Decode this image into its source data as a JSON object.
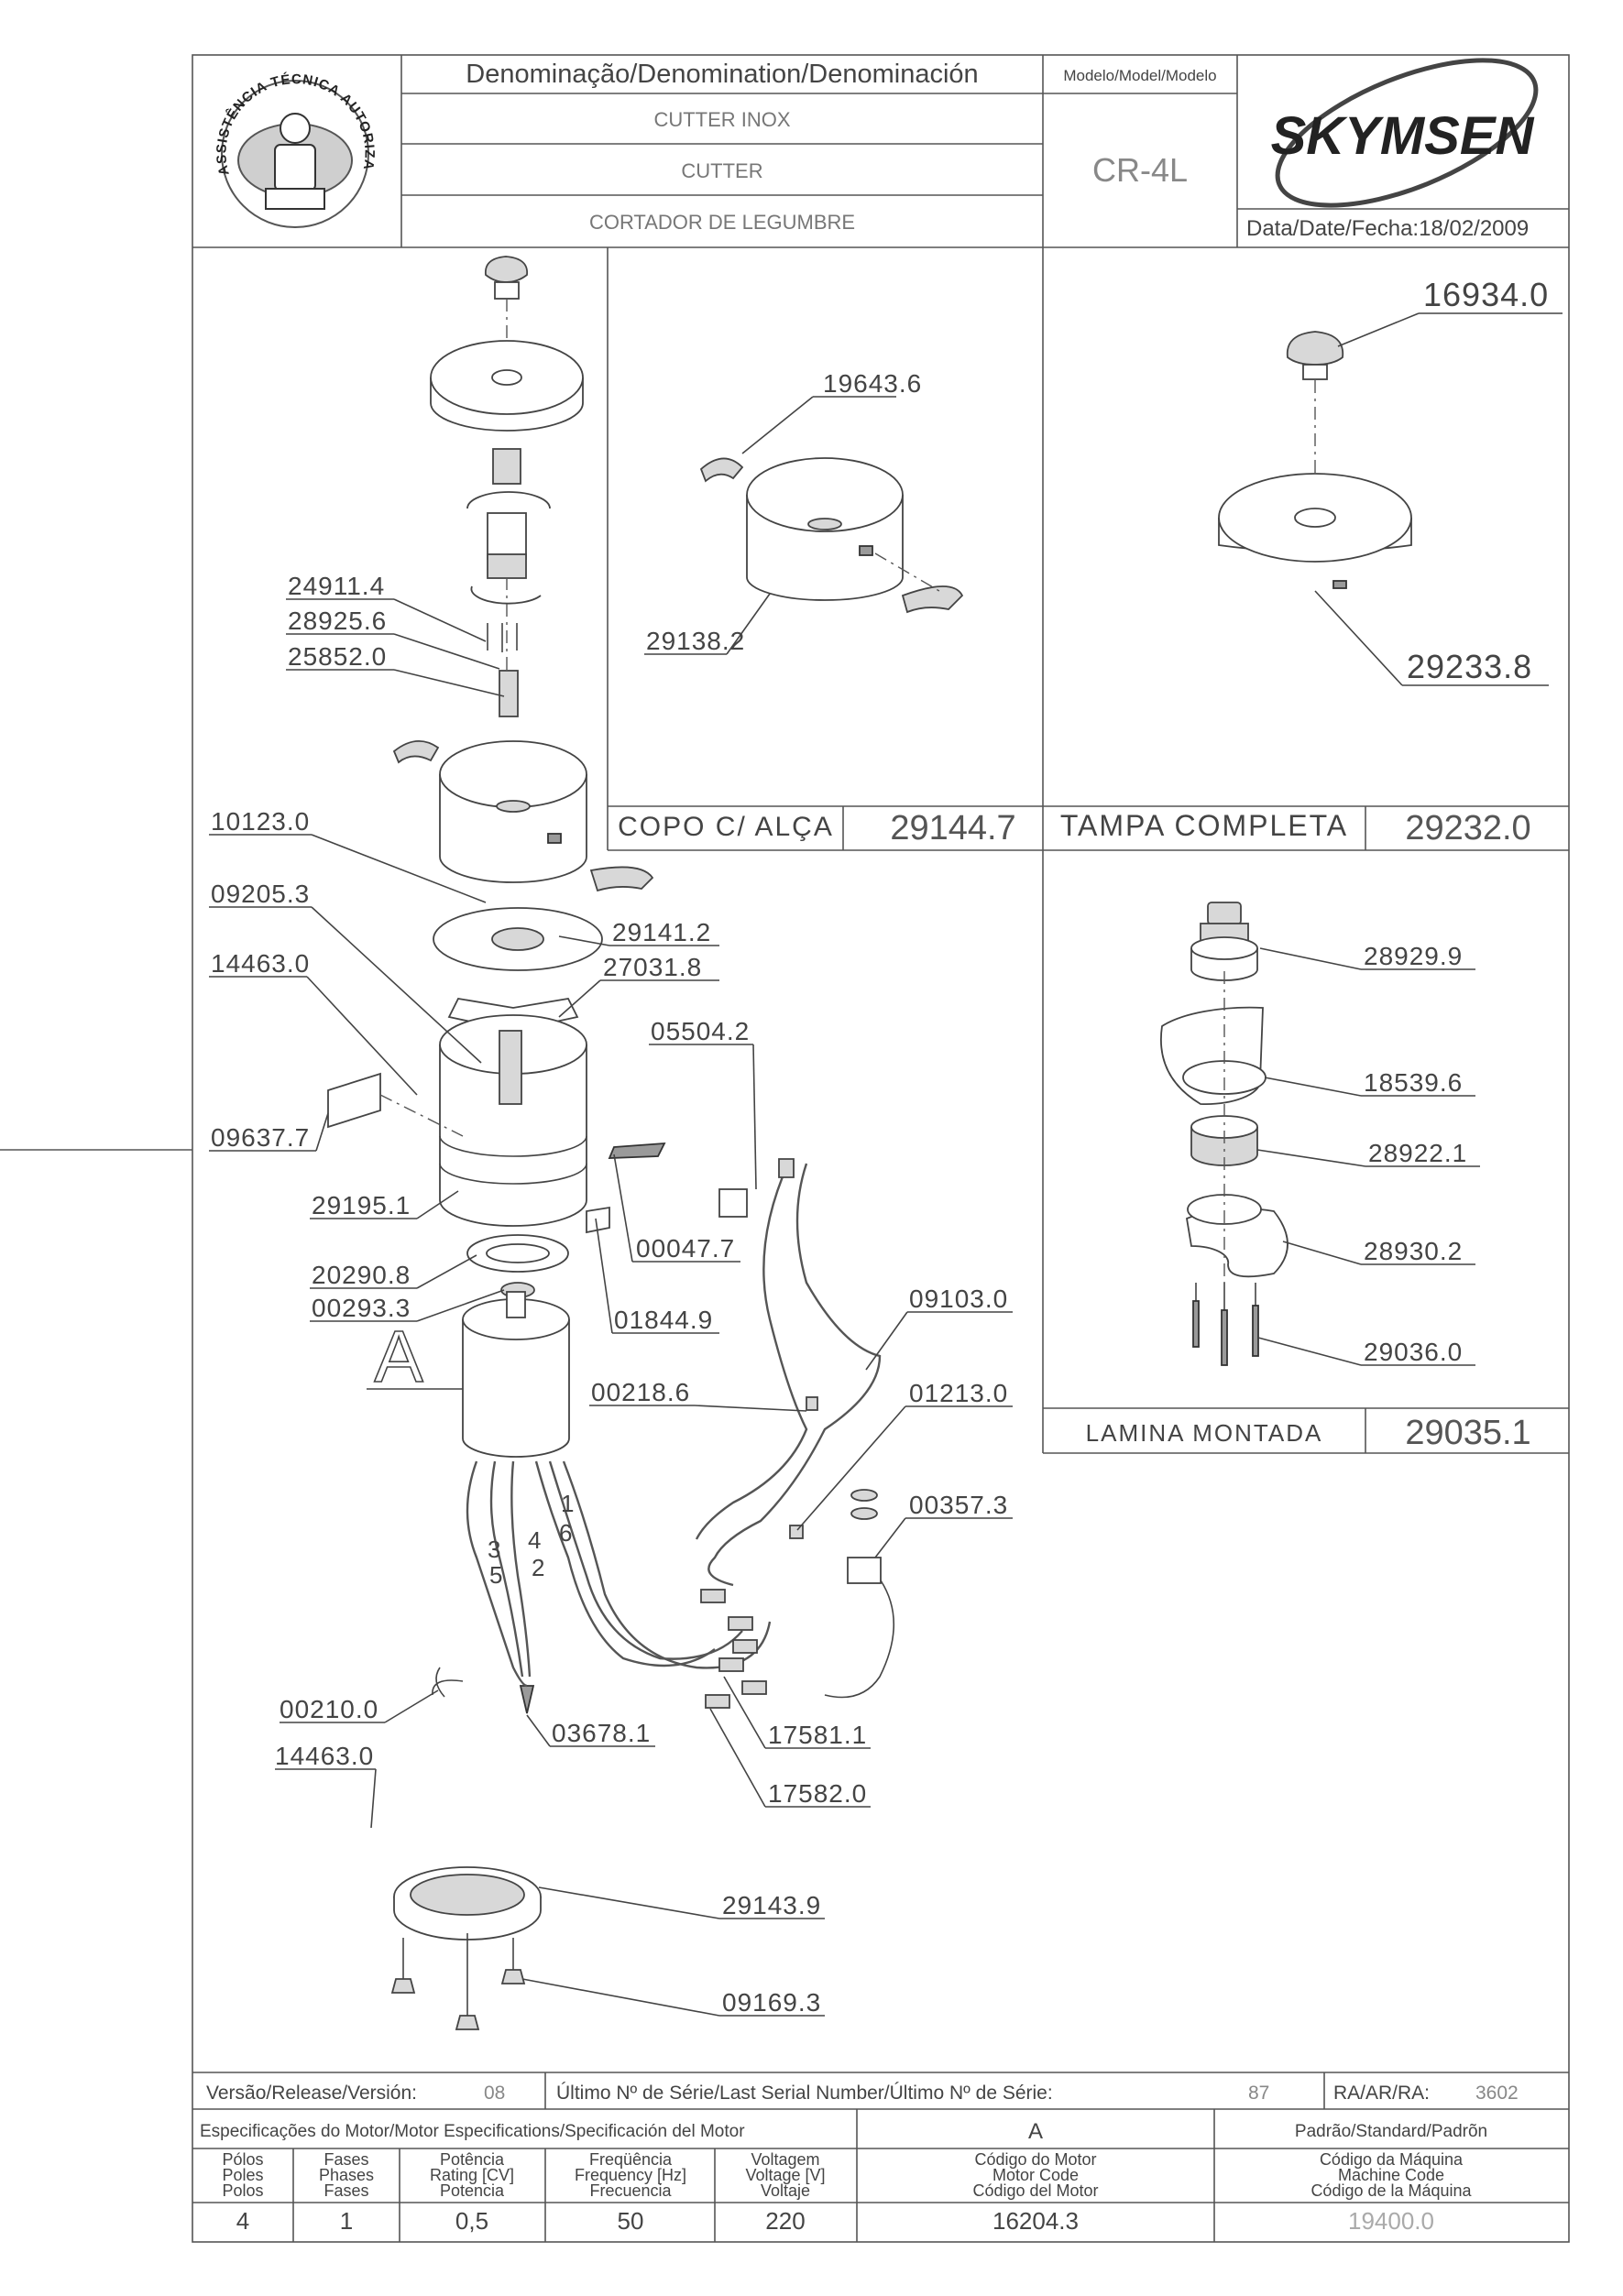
{
  "header": {
    "logo_text": "ASSISTÊNCIA TÉCNICA AUTORIZADA",
    "denomination_label": "Denominação/Denomination/Denominación",
    "denominations": [
      "CUTTER INOX",
      "CUTTER",
      "CORTADOR DE LEGUMBRE"
    ],
    "model_label": "Modelo/Model/Modelo",
    "model_value": "CR-4L",
    "brand": "SKYMSEN",
    "date_label": "Data/Date/Fecha:",
    "date_value": "18/02/2009"
  },
  "assemblies": {
    "copo": {
      "name": "COPO C/ ALÇA",
      "code": "29144.7"
    },
    "tampa": {
      "name": "TAMPA COMPLETA",
      "code": "29232.0"
    },
    "lamina": {
      "name": "LAMINA MONTADA",
      "code": "29035.1"
    }
  },
  "part_labels": {
    "p19643_6": "19643.6",
    "p29138_2": "29138.2",
    "p16934_0": "16934.0",
    "p29233_8": "29233.8",
    "p24911_4": "24911.4",
    "p28925_6": "28925.6",
    "p25852_0": "25852.0",
    "p10123_0": "10123.0",
    "p09205_3": "09205.3",
    "p29141_2": "29141.2",
    "p27031_8": "27031.8",
    "p14463_0a": "14463.0",
    "p05504_2": "05504.2",
    "p09637_7": "09637.7",
    "p29195_1": "29195.1",
    "p00047_7": "00047.7",
    "p20290_8": "20290.8",
    "p00293_3": "00293.3",
    "p01844_9": "01844.9",
    "p09103_0": "09103.0",
    "p00218_6": "00218.6",
    "p01213_0": "01213.0",
    "p00357_3": "00357.3",
    "p00210_0": "00210.0",
    "p03678_1": "03678.1",
    "p17581_1": "17581.1",
    "p17582_0": "17582.0",
    "p14463_0b": "14463.0",
    "p29143_9": "29143.9",
    "p09169_3": "09169.3",
    "p28929_9": "28929.9",
    "p18539_6": "18539.6",
    "p28922_1": "28922.1",
    "p28930_2": "28930.2",
    "p29036_0": "29036.0",
    "motor_ref": "A"
  },
  "wire_numbers": [
    "1",
    "6",
    "4",
    "3",
    "5",
    "2"
  ],
  "footer": {
    "release_label": "Versão/Release/Versión:",
    "release_value": "08",
    "serial_label": "Último Nº de Série/Last Serial Number/Último Nº de Série:",
    "serial_value": "87",
    "ra_label": "RA/AR/RA:",
    "ra_value": "3602",
    "motor_spec_label": "Especificações do Motor/Motor Especifications/Specificación del Motor",
    "motor_spec_ref": "A",
    "standard_label": "Padrão/Standard/Padrõn",
    "columns": [
      {
        "l1": "Pólos",
        "l2": "Poles",
        "l3": "Polos",
        "value": "4"
      },
      {
        "l1": "Fases",
        "l2": "Phases",
        "l3": "Fases",
        "value": "1"
      },
      {
        "l1": "Potência",
        "l2": "Rating [CV]",
        "l3": "Potencia",
        "value": "0,5"
      },
      {
        "l1": "Freqüência",
        "l2": "Frequency [Hz]",
        "l3": "Frecuencia",
        "value": "50"
      },
      {
        "l1": "Voltagem",
        "l2": "Voltage [V]",
        "l3": "Voltaje",
        "value": "220"
      },
      {
        "l1": "Código do Motor",
        "l2": "Motor Code",
        "l3": "Código del Motor",
        "value": "16204.3"
      },
      {
        "l1": "Código da Máquina",
        "l2": "Machine Code",
        "l3": "Código de la Máquina",
        "value": "19400.0"
      }
    ]
  }
}
